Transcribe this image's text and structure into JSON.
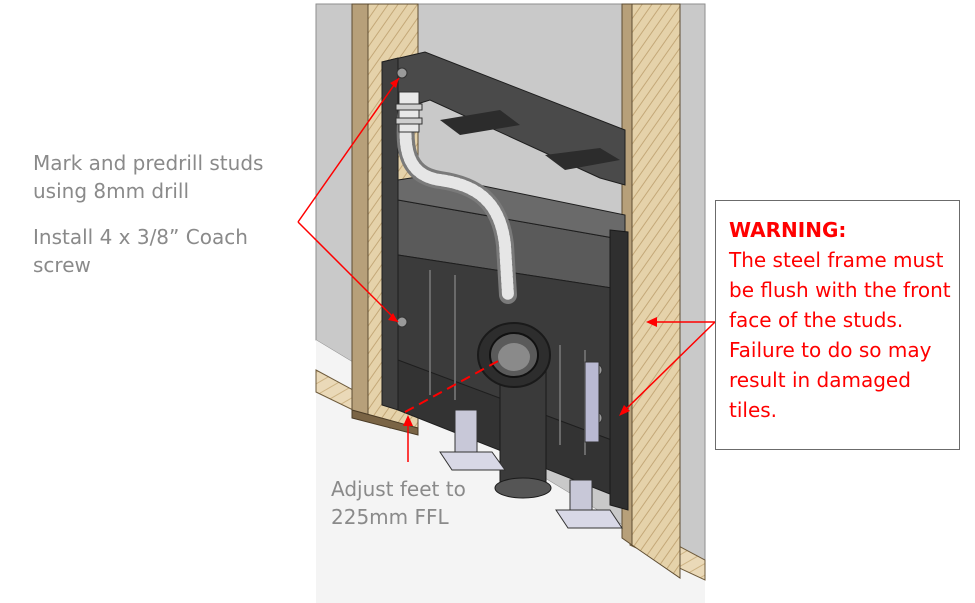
{
  "notes": {
    "mark_predrill": "Mark and predrill studs using 8mm drill",
    "install_screw": "Install 4 x 3/8” Coach screw",
    "adjust_feet": "Adjust feet to 225mm FFL"
  },
  "warning": {
    "title": "WARNING:",
    "text": "The steel frame must be flush with the front face of the studs. Failure to do so may result in damaged tiles."
  },
  "colors": {
    "annotation_red": "#ff0000",
    "note_grey": "#8a8a8a",
    "wall_grey": "#c9c9c9",
    "frame_dark": "#3a3a3a",
    "timber": "#e3cfa6"
  }
}
